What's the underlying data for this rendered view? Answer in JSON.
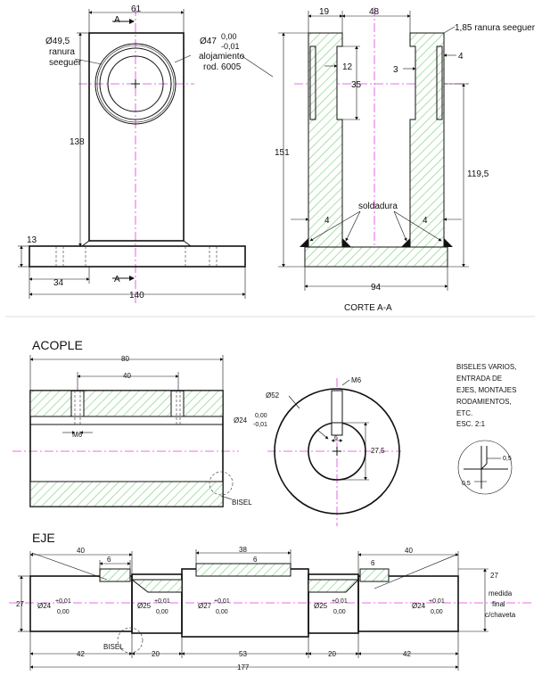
{
  "colors": {
    "hatch": "#8fd98f",
    "axis": "#e040e0",
    "line": "#111111"
  },
  "top": {
    "section_marker": "A",
    "front": {
      "width": "61",
      "dia_ring": "Ø49,5",
      "ring_note_1": "ranura",
      "ring_note_2": "seeguer",
      "bore": "Ø47",
      "tol_up": "0,00",
      "tol_low": "-0,01",
      "bore_note_1": "alojamiento",
      "bore_note_2": "rod. 6005",
      "height": "138",
      "base_thick": "13",
      "hole_pos": "34",
      "base_width": "140"
    },
    "section": {
      "top_left": "19",
      "top_mid": "48",
      "ring_groove": "1,85 ranura seeguer",
      "groove_w": "12",
      "groove_r": "3",
      "wall_r": "4",
      "depth": "35",
      "height": "151",
      "height_inner": "119,5",
      "weld": "soldadura",
      "weld_l": "4",
      "weld_r": "4",
      "base_width": "94",
      "caption": "CORTE A-A"
    }
  },
  "acople": {
    "title": "ACOPLE",
    "length": "80",
    "slot": "40",
    "thread_left": "M6",
    "outer": "Ø52",
    "thread_right": "M6",
    "bore": "Ø24",
    "tol_up": "0,00",
    "tol_low": "-0,01",
    "key": "6",
    "key_h": "27,5",
    "bisel": "BISEL",
    "notes": [
      "BISELES VARIOS,",
      "ENTRADA DE",
      "EJES, MONTAJES",
      "RODAMIENTOS,",
      "ETC.",
      "ESC. 2:1"
    ],
    "detail_a": "0,5",
    "detail_b": "0,5"
  },
  "eje": {
    "title": "EJE",
    "left_len": "40",
    "left_key": "6",
    "mid_len": "38",
    "mid_key": "6",
    "right_key": "6",
    "right_len": "40",
    "dia_left_h": "27",
    "d1": "Ø24",
    "d2": "Ø25",
    "d3": "Ø27",
    "d4": "Ø25",
    "d5": "Ø24",
    "tol_up": "+0,01",
    "tol_low": "0,00",
    "right_note": [
      "27",
      "medida",
      "final",
      "c/chaveta"
    ],
    "seg1": "42",
    "seg2": "20",
    "seg3": "53",
    "seg4": "20",
    "seg5": "42",
    "total": "177",
    "bisel": "BISEL"
  }
}
